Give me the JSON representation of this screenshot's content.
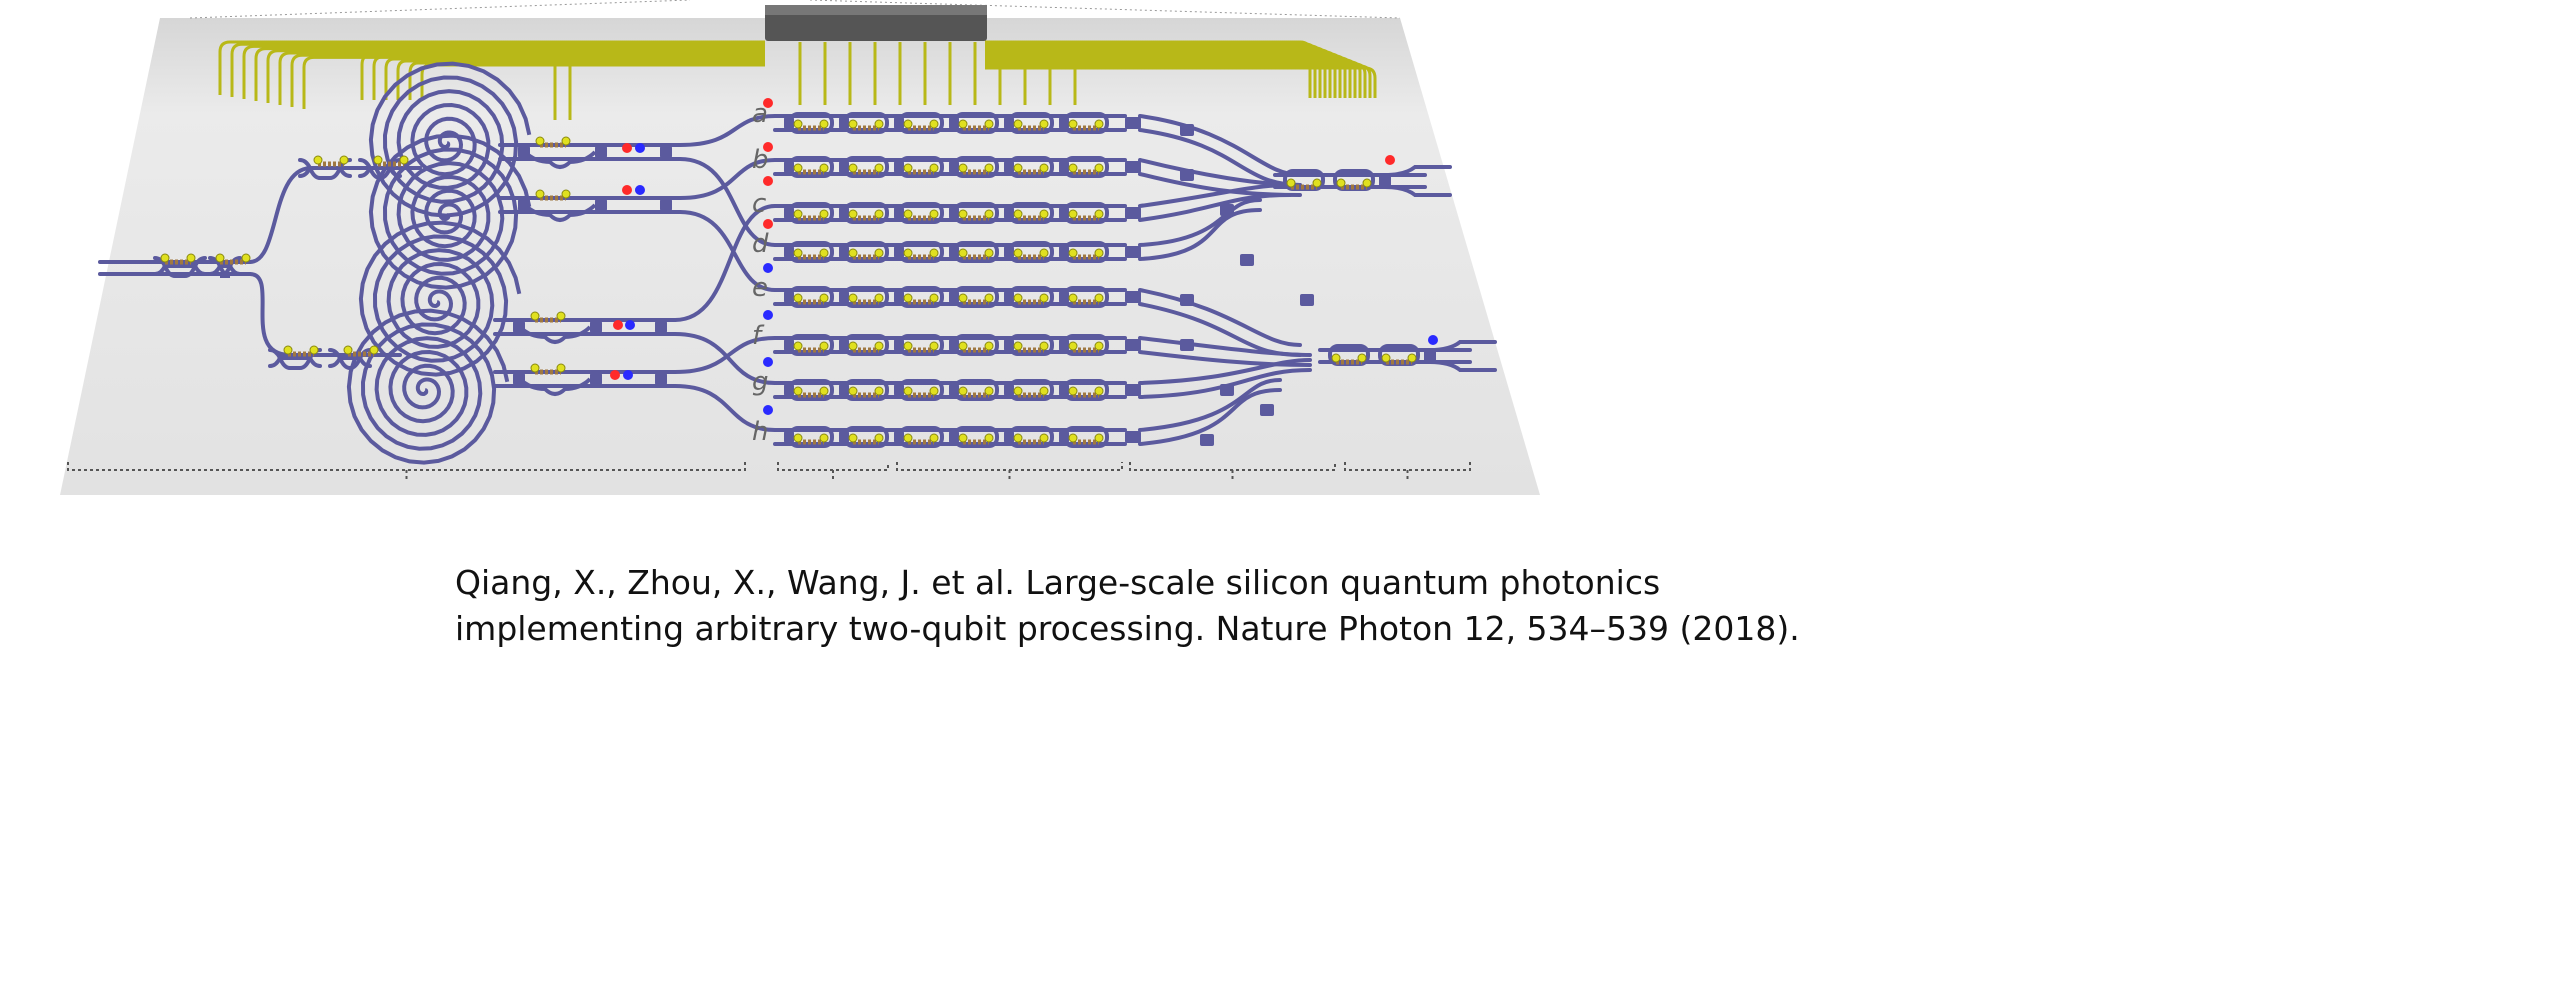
{
  "diagram": {
    "mode_labels": [
      "a",
      "b",
      "c",
      "d",
      "e",
      "f",
      "g",
      "h"
    ],
    "colors": {
      "chip": "#e4e4e4",
      "waveguide": "#5b5a9e",
      "electrode": "#b8b818",
      "heater": "#a07840",
      "photon_red": "#ff2a2a",
      "photon_blue": "#2a2aff",
      "connector": "#555555"
    }
  },
  "caption": {
    "line1": "Qiang, X., Zhou, X., Wang, J. et al. Large-scale silicon quantum photonics",
    "line2": "implementing arbitrary two-qubit processing. Nature Photon 12, 534–539 (2018)."
  }
}
